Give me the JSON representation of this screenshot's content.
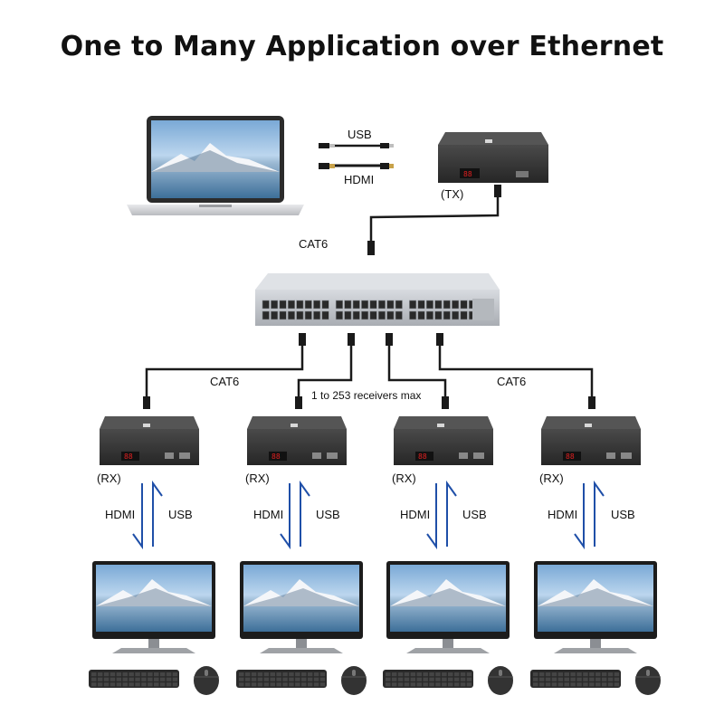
{
  "title": "One to Many Application over Ethernet",
  "source": {
    "usb_label": "USB",
    "hdmi_label": "HDMI",
    "tx_label": "(TX)"
  },
  "uplink": {
    "cable_label": "CAT6"
  },
  "receivers_note": "1 to 253 receivers max",
  "cable_labels": {
    "left": "CAT6",
    "right": "CAT6"
  },
  "receivers": [
    {
      "label": "(RX)",
      "down_label": "HDMI",
      "up_label": "USB"
    },
    {
      "label": "(RX)",
      "down_label": "HDMI",
      "up_label": "USB"
    },
    {
      "label": "(RX)",
      "down_label": "HDMI",
      "up_label": "USB"
    },
    {
      "label": "(RX)",
      "down_label": "HDMI",
      "up_label": "USB"
    }
  ],
  "colors": {
    "arrow": "#1f4fa8",
    "cable": "#1a1a1a",
    "device_body": "#3a3a3a",
    "display_red": "#e02020",
    "switch_body": "#c9ccd1"
  }
}
